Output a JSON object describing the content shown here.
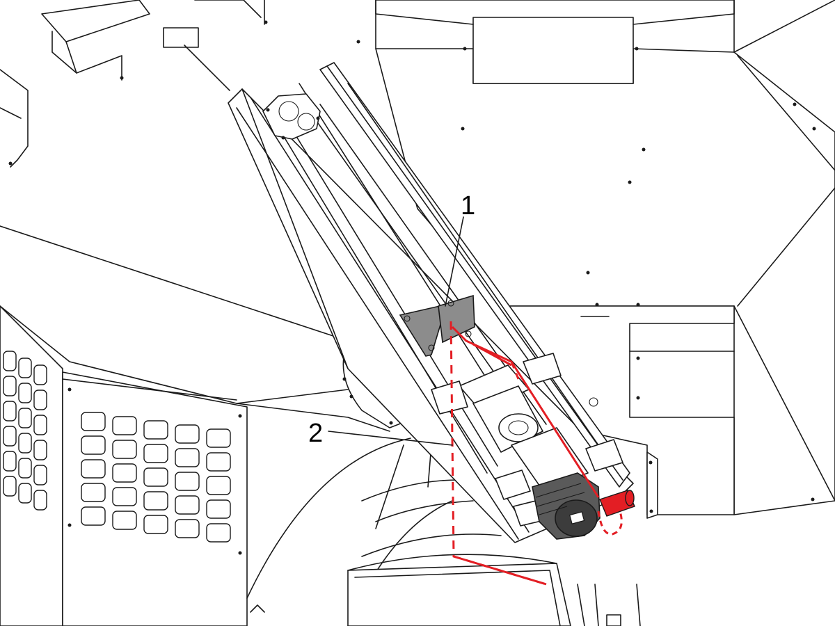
{
  "callouts": [
    {
      "number": "1",
      "target": "mounting-plate"
    },
    {
      "number": "2",
      "target": "cable-route"
    }
  ],
  "colors": {
    "line": "#1a1a1a",
    "highlight": "#e31e24",
    "plate": "#8c8c8c",
    "motor": "#5a5a5a",
    "background": "#ffffff"
  }
}
